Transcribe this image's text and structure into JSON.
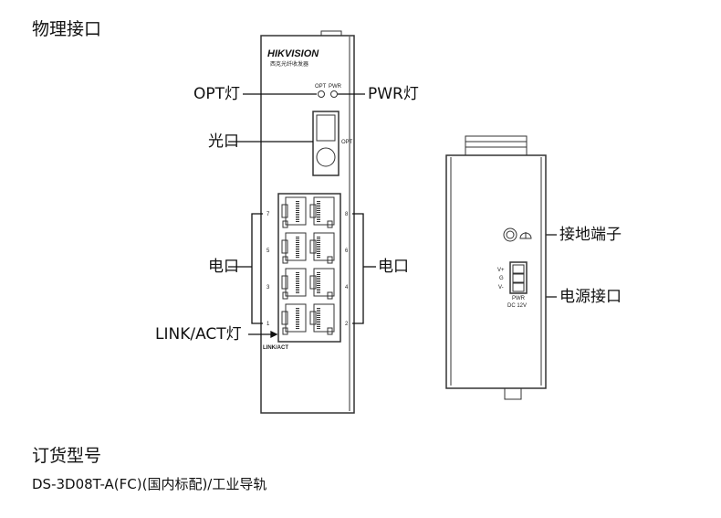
{
  "title": "物理接口",
  "front": {
    "brand": "HIKVISION",
    "subtitle": "西克光纤收发器",
    "led_opt": "OPT",
    "led_pwr": "PWR",
    "port_opt": "OPT",
    "port_numbers_left": [
      "7",
      "5",
      "3",
      "1"
    ],
    "port_numbers_right": [
      "8",
      "6",
      "4",
      "2"
    ],
    "link_act": "LINK/ACT"
  },
  "side": {
    "pins": [
      "V+",
      "G",
      "V-"
    ],
    "pwr": "PWR",
    "dc": "DC 12V"
  },
  "callouts": {
    "opt_led": "OPT灯",
    "pwr_led": "PWR灯",
    "optical_port": "光口",
    "electrical_port_left": "电口",
    "electrical_port_right": "电口",
    "link_act_led": "LINK/ACT灯",
    "ground": "接地端子",
    "power": "电源接口"
  },
  "order": {
    "heading": "订货型号",
    "model": "DS-3D08T-A(FC)(国内标配)/工业导轨"
  }
}
